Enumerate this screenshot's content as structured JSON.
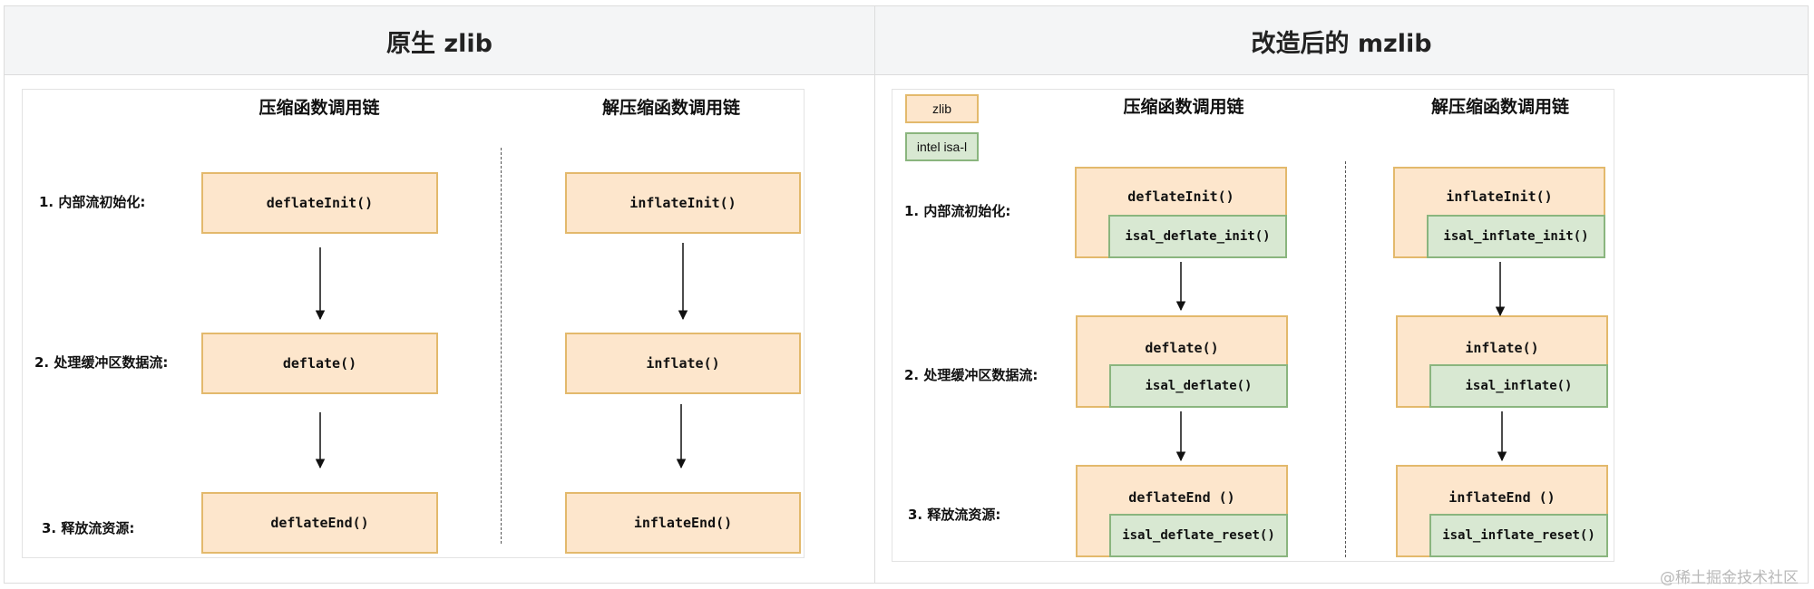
{
  "headers": {
    "left": "原生 zlib",
    "right": "改造后的 mzlib"
  },
  "chain_titles": {
    "compress": "压缩函数调用链",
    "decompress": "解压缩函数调用链"
  },
  "steps": [
    "1. 内部流初始化:",
    "2. 处理缓冲区数据流:",
    "3. 释放流资源:"
  ],
  "legend": {
    "zlib": "zlib",
    "isal": "intel isa-l"
  },
  "native": {
    "compress": [
      "deflateInit()",
      "deflate()",
      "deflateEnd()"
    ],
    "decompress": [
      "inflateInit()",
      "inflate()",
      "inflateEnd()"
    ]
  },
  "mzlib": {
    "compress": [
      {
        "zlib": "deflateInit()",
        "isal": "isal_deflate_init()"
      },
      {
        "zlib": "deflate()",
        "isal": "isal_deflate()"
      },
      {
        "zlib": "deflateEnd ()",
        "isal": "isal_deflate_reset()"
      }
    ],
    "decompress": [
      {
        "zlib": "inflateInit()",
        "isal": "isal_inflate_init()"
      },
      {
        "zlib": "inflate()",
        "isal": "isal_inflate()"
      },
      {
        "zlib": "inflateEnd ()",
        "isal": "isal_inflate_reset()"
      }
    ]
  },
  "watermark": "@稀土掘金技术社区",
  "colors": {
    "zlib_fill": "#fde6cc",
    "zlib_border": "#e3b96c",
    "isal_fill": "#d8e8d2",
    "isal_border": "#8ab57e"
  }
}
